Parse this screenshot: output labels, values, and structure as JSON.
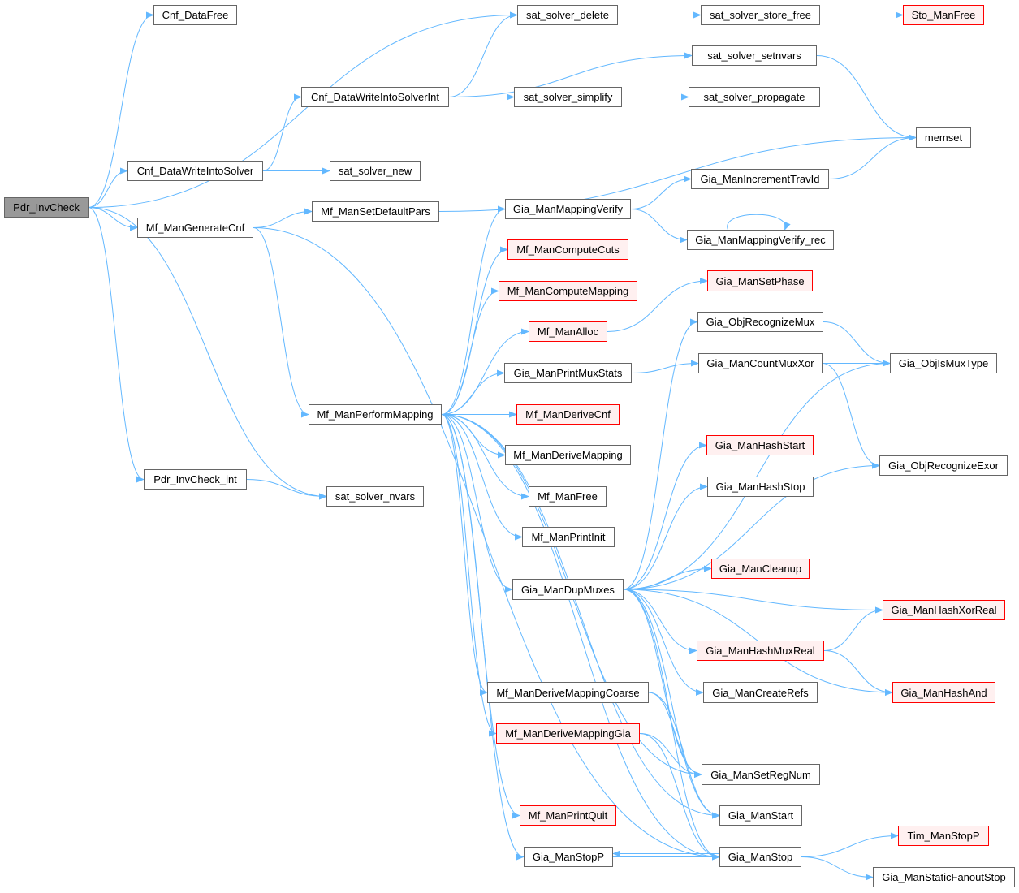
{
  "graph": {
    "title": "Pdr_InvCheck call graph",
    "colors": {
      "edge": "#63b8ff",
      "root_fill": "#999999",
      "red_border": "#ff0000",
      "red_fill": "#fff0f0",
      "border": "#666666"
    },
    "nodes": [
      {
        "id": "Pdr_InvCheck",
        "label": "Pdr_InvCheck",
        "style": "root"
      },
      {
        "id": "Cnf_DataFree",
        "label": "Cnf_DataFree",
        "style": "normal"
      },
      {
        "id": "Cnf_DataWriteIntoSolver",
        "label": "Cnf_DataWriteIntoSolver",
        "style": "normal"
      },
      {
        "id": "Mf_ManGenerateCnf",
        "label": "Mf_ManGenerateCnf",
        "style": "normal"
      },
      {
        "id": "Pdr_InvCheck_int",
        "label": "Pdr_InvCheck_int",
        "style": "normal"
      },
      {
        "id": "Cnf_DataWriteIntoSolverInt",
        "label": "Cnf_DataWriteIntoSolverInt",
        "style": "normal"
      },
      {
        "id": "sat_solver_new",
        "label": "sat_solver_new",
        "style": "normal"
      },
      {
        "id": "Mf_ManSetDefaultPars",
        "label": "Mf_ManSetDefaultPars",
        "style": "normal"
      },
      {
        "id": "Mf_ManPerformMapping",
        "label": "Mf_ManPerformMapping",
        "style": "normal"
      },
      {
        "id": "sat_solver_nvars",
        "label": "sat_solver_nvars",
        "style": "normal"
      },
      {
        "id": "sat_solver_delete",
        "label": "sat_solver_delete",
        "style": "normal"
      },
      {
        "id": "sat_solver_simplify",
        "label": "sat_solver_simplify",
        "style": "normal"
      },
      {
        "id": "Gia_ManMappingVerify",
        "label": "Gia_ManMappingVerify",
        "style": "normal"
      },
      {
        "id": "Mf_ManComputeCuts",
        "label": "Mf_ManComputeCuts",
        "style": "red"
      },
      {
        "id": "Mf_ManComputeMapping",
        "label": "Mf_ManComputeMapping",
        "style": "red"
      },
      {
        "id": "Mf_ManAlloc",
        "label": "Mf_ManAlloc",
        "style": "red"
      },
      {
        "id": "Gia_ManPrintMuxStats",
        "label": "Gia_ManPrintMuxStats",
        "style": "normal"
      },
      {
        "id": "Mf_ManDeriveCnf",
        "label": "Mf_ManDeriveCnf",
        "style": "red"
      },
      {
        "id": "Mf_ManDeriveMapping",
        "label": "Mf_ManDeriveMapping",
        "style": "normal"
      },
      {
        "id": "Mf_ManFree",
        "label": "Mf_ManFree",
        "style": "normal"
      },
      {
        "id": "Mf_ManPrintInit",
        "label": "Mf_ManPrintInit",
        "style": "normal"
      },
      {
        "id": "Gia_ManDupMuxes",
        "label": "Gia_ManDupMuxes",
        "style": "normal"
      },
      {
        "id": "Mf_ManDeriveMappingCoarse",
        "label": "Mf_ManDeriveMappingCoarse",
        "style": "normal"
      },
      {
        "id": "Mf_ManDeriveMappingGia",
        "label": "Mf_ManDeriveMappingGia",
        "style": "red"
      },
      {
        "id": "Mf_ManPrintQuit",
        "label": "Mf_ManPrintQuit",
        "style": "red"
      },
      {
        "id": "Gia_ManStopP",
        "label": "Gia_ManStopP",
        "style": "normal"
      },
      {
        "id": "sat_solver_store_free",
        "label": "sat_solver_store_free",
        "style": "normal"
      },
      {
        "id": "sat_solver_setnvars",
        "label": "sat_solver_setnvars",
        "style": "normal"
      },
      {
        "id": "sat_solver_propagate",
        "label": "sat_solver_propagate",
        "style": "normal"
      },
      {
        "id": "Gia_ManIncrementTravId",
        "label": "Gia_ManIncrementTravId",
        "style": "normal"
      },
      {
        "id": "Gia_ManMappingVerify_rec",
        "label": "Gia_ManMappingVerify_rec",
        "style": "normal"
      },
      {
        "id": "Gia_ManSetPhase",
        "label": "Gia_ManSetPhase",
        "style": "red"
      },
      {
        "id": "Gia_ObjRecognizeMux",
        "label": "Gia_ObjRecognizeMux",
        "style": "normal"
      },
      {
        "id": "Gia_ManCountMuxXor",
        "label": "Gia_ManCountMuxXor",
        "style": "normal"
      },
      {
        "id": "Gia_ManHashStart",
        "label": "Gia_ManHashStart",
        "style": "red"
      },
      {
        "id": "Gia_ManHashStop",
        "label": "Gia_ManHashStop",
        "style": "normal"
      },
      {
        "id": "Gia_ManCleanup",
        "label": "Gia_ManCleanup",
        "style": "red"
      },
      {
        "id": "Gia_ManHashMuxReal",
        "label": "Gia_ManHashMuxReal",
        "style": "red"
      },
      {
        "id": "Gia_ManCreateRefs",
        "label": "Gia_ManCreateRefs",
        "style": "normal"
      },
      {
        "id": "Gia_ManSetRegNum",
        "label": "Gia_ManSetRegNum",
        "style": "normal"
      },
      {
        "id": "Gia_ManStart",
        "label": "Gia_ManStart",
        "style": "normal"
      },
      {
        "id": "Gia_ManStop",
        "label": "Gia_ManStop",
        "style": "normal"
      },
      {
        "id": "Sto_ManFree",
        "label": "Sto_ManFree",
        "style": "red"
      },
      {
        "id": "memset",
        "label": "memset",
        "style": "normal"
      },
      {
        "id": "Gia_ObjIsMuxType",
        "label": "Gia_ObjIsMuxType",
        "style": "normal"
      },
      {
        "id": "Gia_ObjRecognizeExor",
        "label": "Gia_ObjRecognizeExor",
        "style": "normal"
      },
      {
        "id": "Gia_ManHashXorReal",
        "label": "Gia_ManHashXorReal",
        "style": "red"
      },
      {
        "id": "Gia_ManHashAnd",
        "label": "Gia_ManHashAnd",
        "style": "red"
      },
      {
        "id": "Tim_ManStopP",
        "label": "Tim_ManStopP",
        "style": "red"
      },
      {
        "id": "Gia_ManStaticFanoutStop",
        "label": "Gia_ManStaticFanoutStop",
        "style": "normal"
      }
    ],
    "edges": [
      [
        "Pdr_InvCheck",
        "Cnf_DataFree"
      ],
      [
        "Pdr_InvCheck",
        "sat_solver_delete"
      ],
      [
        "Pdr_InvCheck",
        "Cnf_DataWriteIntoSolver"
      ],
      [
        "Pdr_InvCheck",
        "Mf_ManGenerateCnf"
      ],
      [
        "Pdr_InvCheck",
        "Pdr_InvCheck_int"
      ],
      [
        "Pdr_InvCheck",
        "sat_solver_nvars"
      ],
      [
        "Cnf_DataWriteIntoSolver",
        "Cnf_DataWriteIntoSolverInt"
      ],
      [
        "Cnf_DataWriteIntoSolver",
        "sat_solver_new"
      ],
      [
        "Cnf_DataWriteIntoSolverInt",
        "sat_solver_delete"
      ],
      [
        "Cnf_DataWriteIntoSolverInt",
        "sat_solver_setnvars"
      ],
      [
        "Cnf_DataWriteIntoSolverInt",
        "sat_solver_simplify"
      ],
      [
        "sat_solver_delete",
        "sat_solver_store_free"
      ],
      [
        "sat_solver_store_free",
        "Sto_ManFree"
      ],
      [
        "sat_solver_setnvars",
        "memset"
      ],
      [
        "sat_solver_simplify",
        "sat_solver_propagate"
      ],
      [
        "Mf_ManGenerateCnf",
        "Mf_ManSetDefaultPars"
      ],
      [
        "Mf_ManGenerateCnf",
        "Mf_ManPerformMapping"
      ],
      [
        "Mf_ManGenerateCnf",
        "Gia_ManStop"
      ],
      [
        "Mf_ManSetDefaultPars",
        "memset"
      ],
      [
        "Gia_ManIncrementTravId",
        "memset"
      ],
      [
        "Pdr_InvCheck_int",
        "sat_solver_nvars"
      ],
      [
        "Mf_ManPerformMapping",
        "Gia_ManMappingVerify"
      ],
      [
        "Mf_ManPerformMapping",
        "Mf_ManComputeCuts"
      ],
      [
        "Mf_ManPerformMapping",
        "Mf_ManComputeMapping"
      ],
      [
        "Mf_ManPerformMapping",
        "Mf_ManAlloc"
      ],
      [
        "Mf_ManPerformMapping",
        "Gia_ManPrintMuxStats"
      ],
      [
        "Mf_ManPerformMapping",
        "Mf_ManDeriveCnf"
      ],
      [
        "Mf_ManPerformMapping",
        "Mf_ManDeriveMapping"
      ],
      [
        "Mf_ManPerformMapping",
        "Mf_ManFree"
      ],
      [
        "Mf_ManPerformMapping",
        "Mf_ManPrintInit"
      ],
      [
        "Mf_ManPerformMapping",
        "Gia_ManDupMuxes"
      ],
      [
        "Mf_ManPerformMapping",
        "Mf_ManDeriveMappingCoarse"
      ],
      [
        "Mf_ManPerformMapping",
        "Mf_ManDeriveMappingGia"
      ],
      [
        "Mf_ManPerformMapping",
        "Mf_ManPrintQuit"
      ],
      [
        "Mf_ManPerformMapping",
        "Gia_ManStopP"
      ],
      [
        "Mf_ManPerformMapping",
        "Gia_ManStop"
      ],
      [
        "Mf_ManPerformMapping",
        "Gia_ManStart"
      ],
      [
        "Mf_ManPerformMapping",
        "Gia_ManSetRegNum"
      ],
      [
        "Gia_ManMappingVerify",
        "Gia_ManIncrementTravId"
      ],
      [
        "Gia_ManMappingVerify",
        "Gia_ManMappingVerify_rec"
      ],
      [
        "Gia_ManMappingVerify_rec",
        "Gia_ManMappingVerify_rec"
      ],
      [
        "Mf_ManAlloc",
        "Gia_ManSetPhase"
      ],
      [
        "Gia_ManPrintMuxStats",
        "Gia_ManCountMuxXor"
      ],
      [
        "Gia_ObjRecognizeMux",
        "Gia_ObjIsMuxType"
      ],
      [
        "Gia_ManCountMuxXor",
        "Gia_ObjIsMuxType"
      ],
      [
        "Gia_ManCountMuxXor",
        "Gia_ObjRecognizeExor"
      ],
      [
        "Gia_ManDupMuxes",
        "Gia_ObjRecognizeMux"
      ],
      [
        "Gia_ManDupMuxes",
        "Gia_ObjIsMuxType"
      ],
      [
        "Gia_ManDupMuxes",
        "Gia_ManHashStart"
      ],
      [
        "Gia_ManDupMuxes",
        "Gia_ManHashStop"
      ],
      [
        "Gia_ManDupMuxes",
        "Gia_ObjRecognizeExor"
      ],
      [
        "Gia_ManDupMuxes",
        "Gia_ManCleanup"
      ],
      [
        "Gia_ManDupMuxes",
        "Gia_ManHashXorReal"
      ],
      [
        "Gia_ManDupMuxes",
        "Gia_ManHashMuxReal"
      ],
      [
        "Gia_ManDupMuxes",
        "Gia_ManCreateRefs"
      ],
      [
        "Gia_ManDupMuxes",
        "Gia_ManHashAnd"
      ],
      [
        "Gia_ManDupMuxes",
        "Gia_ManSetRegNum"
      ],
      [
        "Gia_ManDupMuxes",
        "Gia_ManStart"
      ],
      [
        "Gia_ManDupMuxes",
        "Gia_ManStop"
      ],
      [
        "Gia_ManHashMuxReal",
        "Gia_ManHashXorReal"
      ],
      [
        "Gia_ManHashMuxReal",
        "Gia_ManHashAnd"
      ],
      [
        "Mf_ManDeriveMappingCoarse",
        "Gia_ManSetRegNum"
      ],
      [
        "Mf_ManDeriveMappingCoarse",
        "Gia_ManStart"
      ],
      [
        "Mf_ManDeriveMappingGia",
        "Gia_ManSetRegNum"
      ],
      [
        "Mf_ManDeriveMappingGia",
        "Gia_ManStop"
      ],
      [
        "Gia_ManStopP",
        "Gia_ManStop"
      ],
      [
        "Gia_ManStop",
        "Gia_ManStopP"
      ],
      [
        "Gia_ManStop",
        "Tim_ManStopP"
      ],
      [
        "Gia_ManStop",
        "Gia_ManStaticFanoutStop"
      ]
    ]
  }
}
